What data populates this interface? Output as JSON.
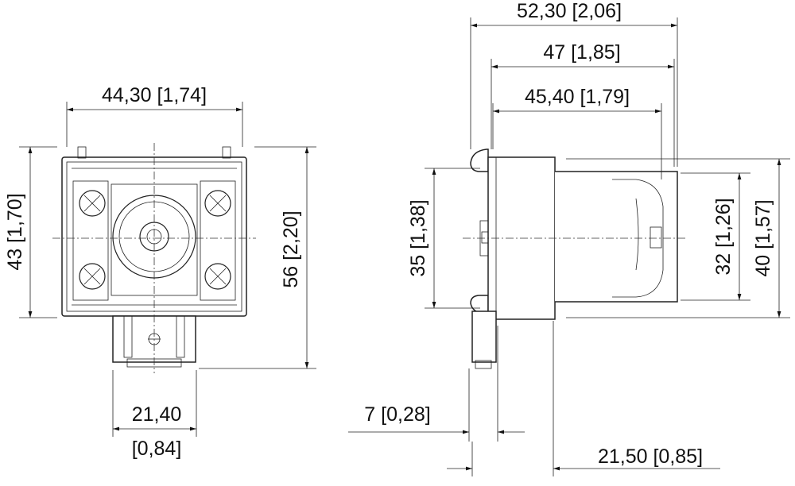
{
  "front_view": {
    "width_top": "44,30 [1,74]",
    "height_left": "43 [1,70]",
    "height_right": "56 [2,20]",
    "bottom_width_line1": "21,40",
    "bottom_width_line2": "[0,84]"
  },
  "side_view": {
    "width_overall": "52,30 [2,06]",
    "width_mid": "47 [1,85]",
    "width_inner": "45,40 [1,79]",
    "height_left": "35 [1,38]",
    "height_right_inner": "32 [1,26]",
    "height_right_outer": "40 [1,57]",
    "offset_bottom": "7 [0,28]",
    "depth_bottom": "21,50 [0,85]"
  }
}
